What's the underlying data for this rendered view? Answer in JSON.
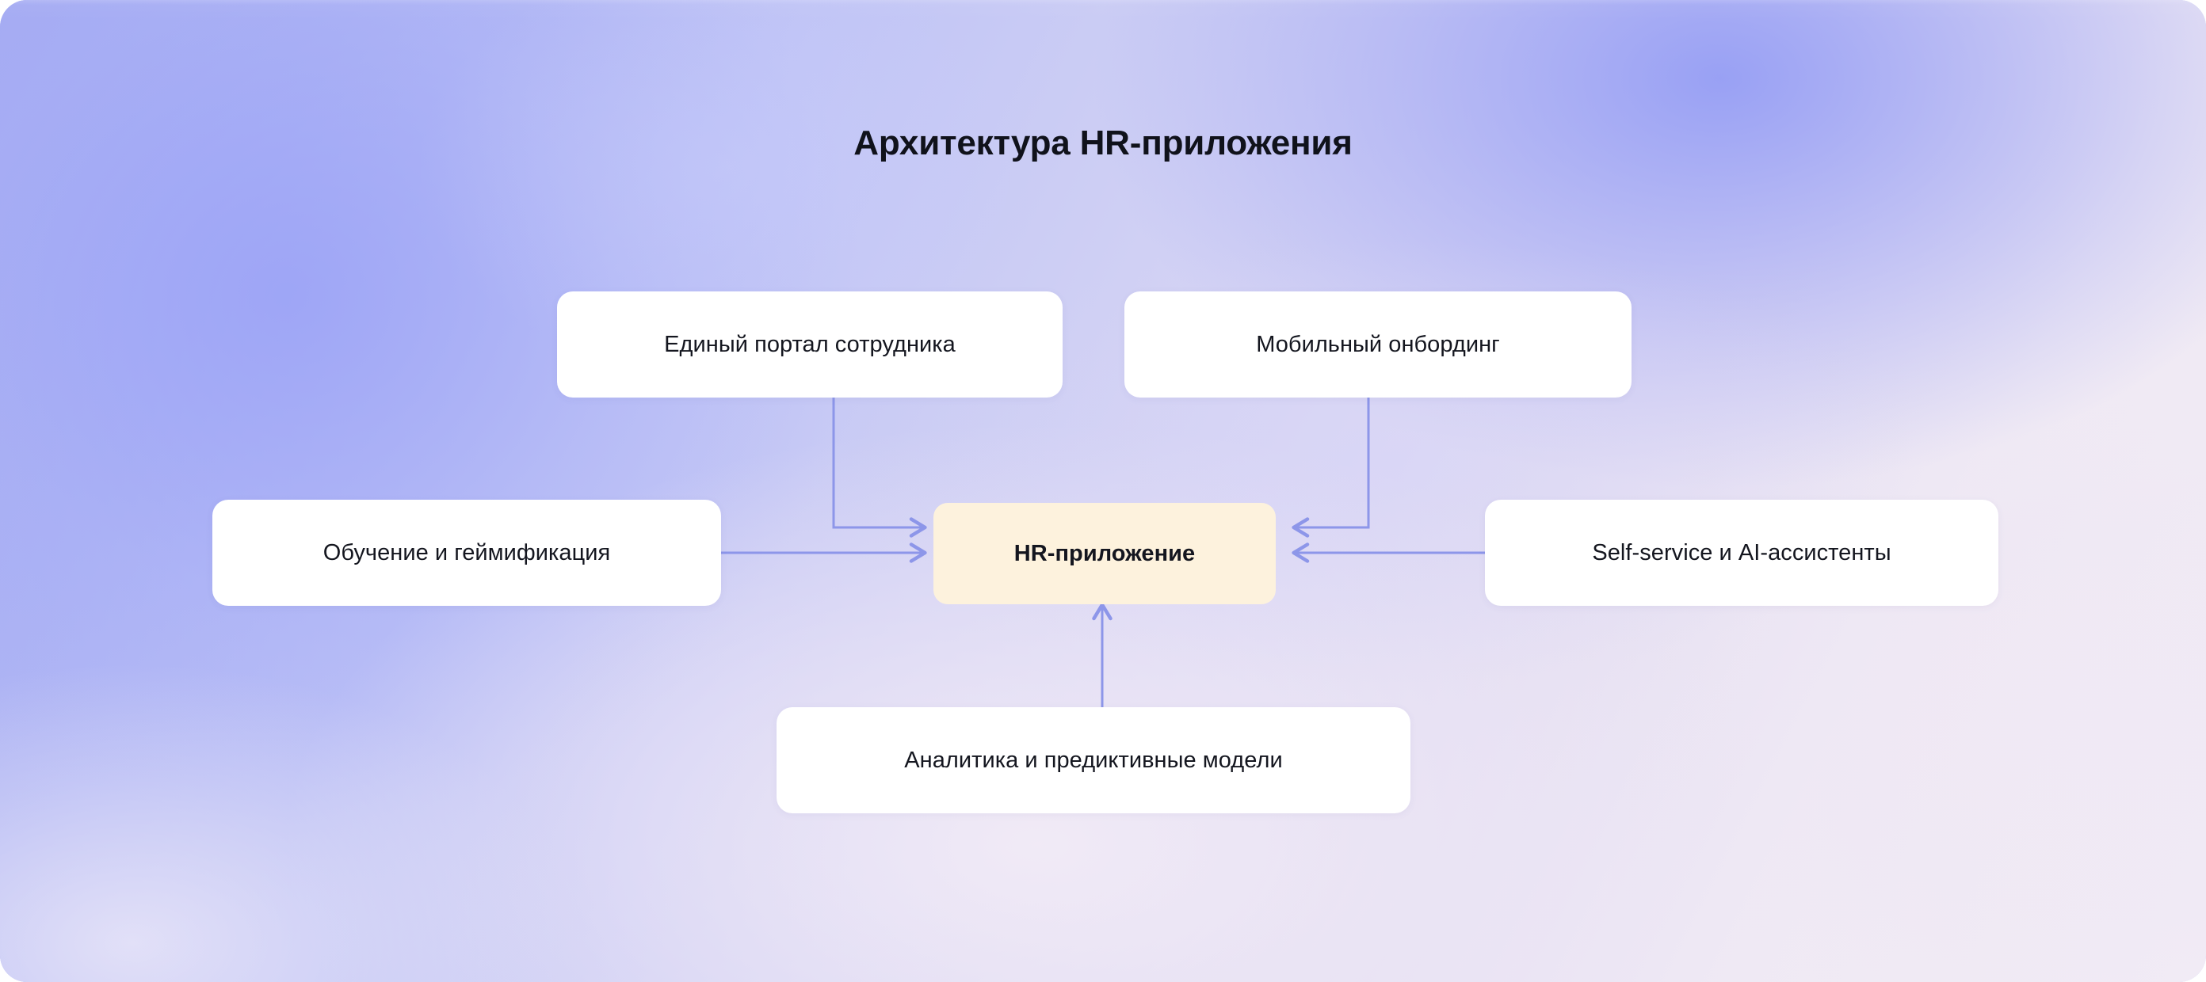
{
  "diagram": {
    "title": "Архитектура HR-приложения",
    "type": "hub-and-spoke",
    "center": {
      "id": "hr-app",
      "label": "HR-приложение",
      "bg_color": "#fdf2dd",
      "text_color": "#14161f"
    },
    "nodes": [
      {
        "id": "employee-portal",
        "label": "Единый портал сотрудника",
        "position": "top-left",
        "bg_color": "#ffffff"
      },
      {
        "id": "mobile-onboarding",
        "label": "Мобильный онбординг",
        "position": "top-right",
        "bg_color": "#ffffff"
      },
      {
        "id": "learning-gamification",
        "label": "Обучение и геймификация",
        "position": "left",
        "bg_color": "#ffffff"
      },
      {
        "id": "self-service-ai",
        "label": "Self-service и AI-ассистенты",
        "position": "right",
        "bg_color": "#ffffff"
      },
      {
        "id": "analytics-predictive",
        "label": "Аналитика и предиктивные модели",
        "position": "bottom",
        "bg_color": "#ffffff"
      }
    ],
    "edges": [
      {
        "from": "employee-portal",
        "to": "hr-app",
        "style": "elbow",
        "arrow": "end"
      },
      {
        "from": "mobile-onboarding",
        "to": "hr-app",
        "style": "elbow",
        "arrow": "end"
      },
      {
        "from": "learning-gamification",
        "to": "hr-app",
        "style": "straight",
        "arrow": "end"
      },
      {
        "from": "self-service-ai",
        "to": "hr-app",
        "style": "straight",
        "arrow": "end"
      },
      {
        "from": "analytics-predictive",
        "to": "hr-app",
        "style": "straight",
        "arrow": "end"
      }
    ],
    "palette": {
      "connector": "#8d96e9",
      "background_start": "#a6acf2",
      "background_end": "#f2ecf5",
      "node_fill": "#ffffff",
      "center_fill": "#fdf2dd",
      "text": "#14161f"
    }
  }
}
